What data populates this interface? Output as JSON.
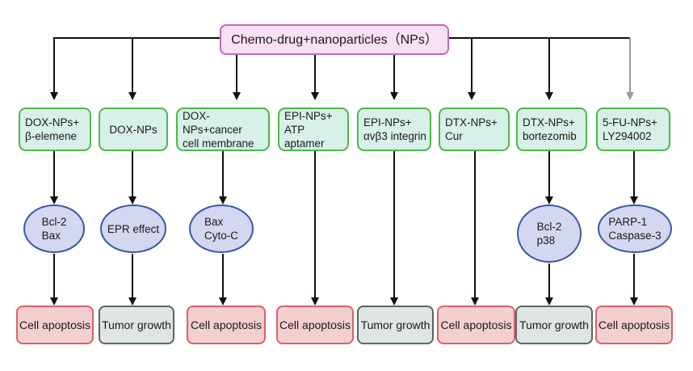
{
  "root": {
    "label": "Chemo-drug+nanoparticles（NPs）"
  },
  "branches": [
    {
      "drug": "DOX-NPs+\nβ-elemene",
      "mechanism": "Bcl-2\nBax",
      "outcome": "Cell apoptosis"
    },
    {
      "drug": "DOX-NPs",
      "mechanism": "EPR effect",
      "outcome": "Tumor growth"
    },
    {
      "drug": "DOX-NPs+cancer\ncell membrane",
      "mechanism": "Bax\nCyto-C",
      "outcome": "Cell apoptosis"
    },
    {
      "drug": "EPI-NPs+\nATP aptamer",
      "mechanism": "",
      "outcome": "Cell apoptosis"
    },
    {
      "drug": "EPI-NPs+\nαvβ3 integrin",
      "mechanism": "",
      "outcome": "Tumor growth"
    },
    {
      "drug": "DTX-NPs+\nCur",
      "mechanism": "",
      "outcome": "Cell apoptosis"
    },
    {
      "drug": "DTX-NPs+\nbortezomib",
      "mechanism": "Bcl-2\np38",
      "outcome": "Tumor growth"
    },
    {
      "drug": "5-FU-NPs+\nLY294002",
      "mechanism": "PARP-1\nCaspase-3",
      "outcome": "Cell apoptosis"
    }
  ],
  "colors": {
    "root_fill": "#f9e0f4",
    "root_border": "#c06ab3",
    "drug_fill": "#d7f0e8",
    "drug_border": "#4db848",
    "mechanism_fill": "#d3d7ef",
    "mechanism_border": "#3a57a7",
    "apoptosis_fill": "#f4cfcf",
    "apoptosis_border": "#d9626b",
    "tumor_fill": "#dfe5e2",
    "tumor_border": "#5f6461",
    "arrow": "#111111",
    "arrow_gray": "#9a9a9a"
  }
}
